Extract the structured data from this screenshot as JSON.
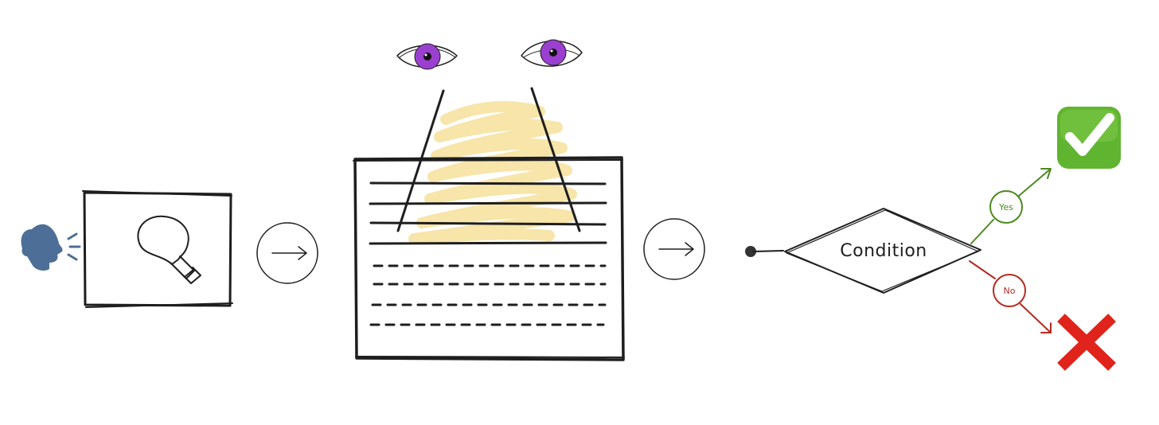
{
  "diagram": {
    "decision": {
      "label": "Condition",
      "yes_label": "Yes",
      "no_label": "No"
    },
    "icons": {
      "speaker": "speaking-head-icon",
      "idea": "lightbulb-icon",
      "eyes": "eyes-icon",
      "arrow": "right-arrow-icon",
      "yes_outcome": "check-mark-icon",
      "no_outcome": "cross-mark-icon"
    },
    "colors": {
      "ink": "#1e1e1e",
      "highlight": "#f4dc8c",
      "iris": "#9b3fd0",
      "yes": "#4b8a1e",
      "no": "#b32b22",
      "check_bg": "#5fb52f",
      "cross": "#e0231b",
      "speaker": "#4d6f97"
    }
  }
}
